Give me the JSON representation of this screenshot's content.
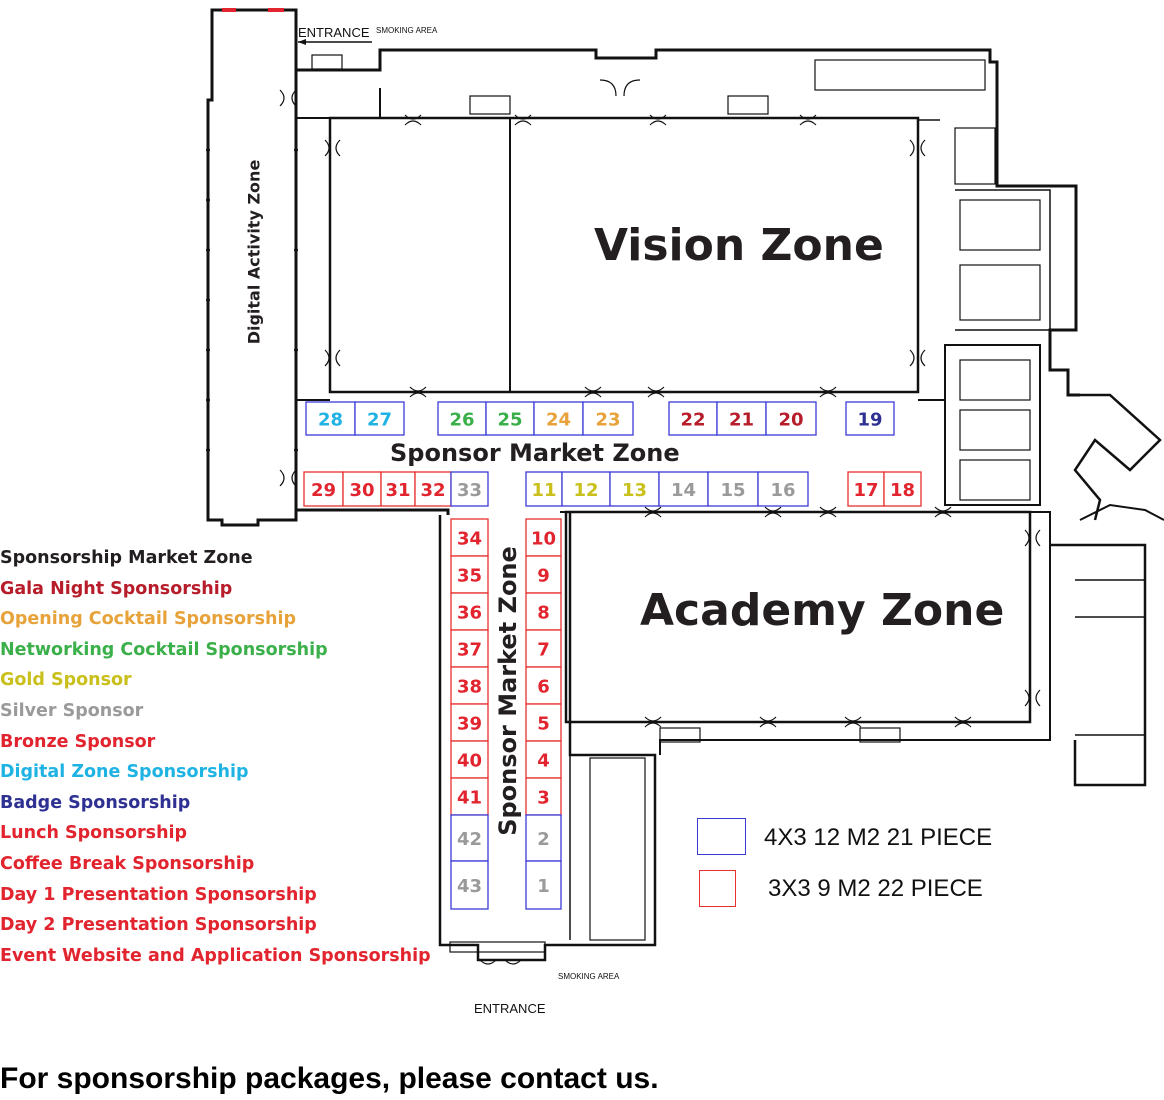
{
  "zones": {
    "vision": "Vision Zone",
    "academy": "Academy Zone",
    "digital_activity": "Digital Activity Zone",
    "sponsor_market_h": "Sponsor Market Zone",
    "sponsor_market_v": "Sponsor Market Zone"
  },
  "labels": {
    "entrance_top": "ENTRANCE",
    "entrance_bottom": "ENTRANCE",
    "smoking_top": "SMOKING AREA",
    "smoking_bottom": "SMOKING AREA"
  },
  "colors": {
    "booth_4x3_border": "#3b3bd6",
    "booth_3x3_border": "#e8302e",
    "gala_night": "#b71c2a",
    "opening_cocktail": "#e8a23a",
    "networking_cocktail": "#3bb04a",
    "gold": "#c9c01c",
    "silver": "#9a9a9a",
    "bronze": "#e2242e",
    "digital_zone": "#1fb3e3",
    "badge": "#2e3192",
    "sponsorship_market": "#231f20"
  },
  "booths": [
    {
      "num": "28",
      "cat": "digital_zone",
      "size": "4x3"
    },
    {
      "num": "27",
      "cat": "digital_zone",
      "size": "4x3"
    },
    {
      "num": "26",
      "cat": "networking_cocktail",
      "size": "4x3"
    },
    {
      "num": "25",
      "cat": "networking_cocktail",
      "size": "4x3"
    },
    {
      "num": "24",
      "cat": "opening_cocktail",
      "size": "4x3"
    },
    {
      "num": "23",
      "cat": "opening_cocktail",
      "size": "4x3"
    },
    {
      "num": "22",
      "cat": "gala_night",
      "size": "4x3"
    },
    {
      "num": "21",
      "cat": "gala_night",
      "size": "4x3"
    },
    {
      "num": "20",
      "cat": "gala_night",
      "size": "4x3"
    },
    {
      "num": "19",
      "cat": "badge",
      "size": "4x3"
    },
    {
      "num": "29",
      "cat": "bronze",
      "size": "3x3"
    },
    {
      "num": "30",
      "cat": "bronze",
      "size": "3x3"
    },
    {
      "num": "31",
      "cat": "bronze",
      "size": "3x3"
    },
    {
      "num": "32",
      "cat": "bronze",
      "size": "3x3"
    },
    {
      "num": "33",
      "cat": "silver",
      "size": "4x3"
    },
    {
      "num": "11",
      "cat": "gold",
      "size": "4x3"
    },
    {
      "num": "12",
      "cat": "gold",
      "size": "4x3"
    },
    {
      "num": "13",
      "cat": "gold",
      "size": "4x3"
    },
    {
      "num": "14",
      "cat": "silver",
      "size": "4x3"
    },
    {
      "num": "15",
      "cat": "silver",
      "size": "4x3"
    },
    {
      "num": "16",
      "cat": "silver",
      "size": "4x3"
    },
    {
      "num": "17",
      "cat": "bronze",
      "size": "3x3"
    },
    {
      "num": "18",
      "cat": "bronze",
      "size": "3x3"
    },
    {
      "num": "34",
      "cat": "bronze",
      "size": "3x3"
    },
    {
      "num": "35",
      "cat": "bronze",
      "size": "3x3"
    },
    {
      "num": "36",
      "cat": "bronze",
      "size": "3x3"
    },
    {
      "num": "37",
      "cat": "bronze",
      "size": "3x3"
    },
    {
      "num": "38",
      "cat": "bronze",
      "size": "3x3"
    },
    {
      "num": "39",
      "cat": "bronze",
      "size": "3x3"
    },
    {
      "num": "40",
      "cat": "bronze",
      "size": "3x3"
    },
    {
      "num": "41",
      "cat": "bronze",
      "size": "3x3"
    },
    {
      "num": "42",
      "cat": "silver",
      "size": "4x3"
    },
    {
      "num": "43",
      "cat": "silver",
      "size": "4x3"
    },
    {
      "num": "10",
      "cat": "bronze",
      "size": "3x3"
    },
    {
      "num": "9",
      "cat": "bronze",
      "size": "3x3"
    },
    {
      "num": "8",
      "cat": "bronze",
      "size": "3x3"
    },
    {
      "num": "7",
      "cat": "bronze",
      "size": "3x3"
    },
    {
      "num": "6",
      "cat": "bronze",
      "size": "3x3"
    },
    {
      "num": "5",
      "cat": "bronze",
      "size": "3x3"
    },
    {
      "num": "4",
      "cat": "bronze",
      "size": "3x3"
    },
    {
      "num": "3",
      "cat": "bronze",
      "size": "3x3"
    },
    {
      "num": "2",
      "cat": "silver",
      "size": "4x3"
    },
    {
      "num": "1",
      "cat": "silver",
      "size": "4x3"
    }
  ],
  "legend": [
    {
      "text": "Sponsorship Market Zone",
      "color": "#231f20"
    },
    {
      "text": "Gala Night Sponsorship",
      "color": "#b71c2a"
    },
    {
      "text": "Opening Cocktail Sponsorship",
      "color": "#e8a23a"
    },
    {
      "text": "Networking Cocktail Sponsorship",
      "color": "#3bb04a"
    },
    {
      "text": "Gold Sponsor",
      "color": "#c9c01c"
    },
    {
      "text": "Silver Sponsor",
      "color": "#9a9a9a"
    },
    {
      "text": "Bronze Sponsor",
      "color": "#e2242e"
    },
    {
      "text": "Digital Zone Sponsorship",
      "color": "#1fb3e3"
    },
    {
      "text": "Badge Sponsorship",
      "color": "#2e3192"
    },
    {
      "text": "Lunch  Sponsorship",
      "color": "#e2242e"
    },
    {
      "text": "Coffee Break Sponsorship",
      "color": "#e2242e"
    },
    {
      "text": "Day 1 Presentation  Sponsorship",
      "color": "#e2242e"
    },
    {
      "text": "Day 2 Presentation Sponsorship",
      "color": "#e2242e"
    },
    {
      "text": "Event Website and Application Sponsorship",
      "color": "#e2242e"
    }
  ],
  "size_key": {
    "large": "4X3 12 M2  21 PIECE",
    "small": "3X3 9 M2  22 PIECE"
  },
  "footer": "For sponsorship packages, please contact us."
}
